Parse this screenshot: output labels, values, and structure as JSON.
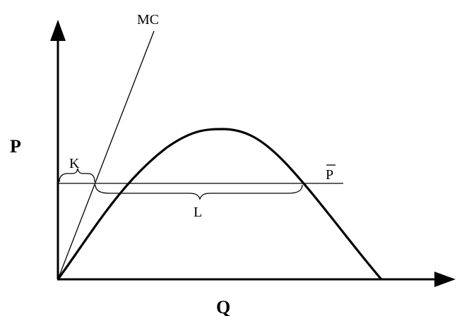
{
  "diagram": {
    "y_axis_label": "P",
    "x_axis_label": "Q",
    "mc_label": "MC",
    "k_label": "K",
    "l_label": "L",
    "pbar_label": "P",
    "pbar_overline": true
  }
}
